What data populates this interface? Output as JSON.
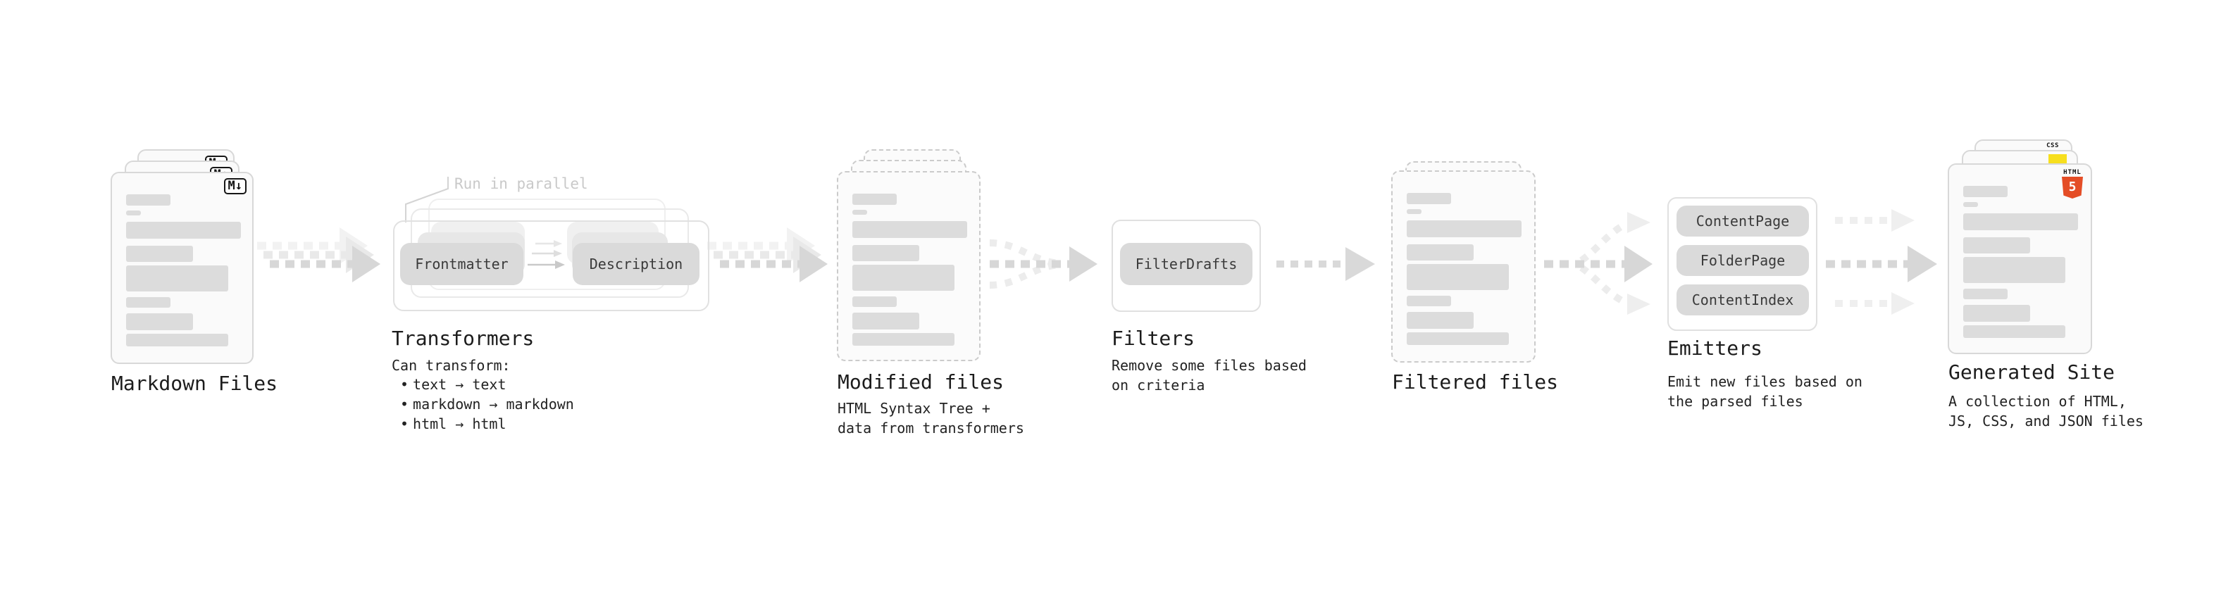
{
  "bullet_char": "•",
  "stages": {
    "markdown_files": {
      "label": "Markdown Files",
      "badge": "M↓"
    },
    "transformers": {
      "label": "Transformers",
      "annotation": "Run in parallel",
      "pills": [
        "Frontmatter",
        "Description"
      ],
      "intro": "Can transform:",
      "bullets": [
        "text → text",
        "markdown → markdown",
        "html → html"
      ]
    },
    "modified_files": {
      "label": "Modified files",
      "description": [
        "HTML Syntax Tree +",
        "data from transformers"
      ]
    },
    "filters": {
      "label": "Filters",
      "pills": [
        "FilterDrafts"
      ],
      "description": [
        "Remove some files based",
        "on criteria"
      ]
    },
    "filtered_files": {
      "label": "Filtered files"
    },
    "emitters": {
      "label": "Emitters",
      "pills": [
        "ContentPage",
        "FolderPage",
        "ContentIndex"
      ],
      "description": [
        "Emit new files based on",
        "the parsed files"
      ]
    },
    "generated_site": {
      "label": "Generated Site",
      "description": [
        "A collection of HTML,",
        "JS, CSS, and JSON files"
      ],
      "file_badges": {
        "css": "CSS",
        "html_word": "HTML",
        "html_number": "5"
      }
    }
  },
  "colors": {
    "html5_orange": "#e44d26",
    "js_yellow": "#f7df1e",
    "css_blue": "#2b66f6",
    "pill_gray": "#dadada",
    "arrow_gray": "#d7d7d7",
    "ghost_arrow_gray": "#ececec"
  }
}
